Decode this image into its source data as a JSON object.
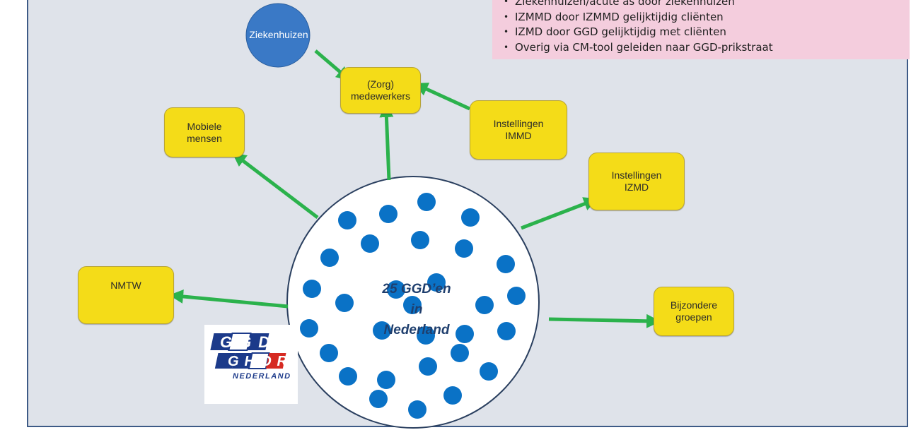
{
  "colors": {
    "background": "#dfe3ea",
    "frame": "#3d5a86",
    "box_fill": "#f4dc18",
    "arrow": "#2bb24c",
    "hospital_circle": "#3a79c6",
    "dots": "#0a72c6",
    "pink_box": "#f4cddd"
  },
  "legend_box": {
    "items": [
      "Ziekenhuizen/acute as door ziekenhuizen",
      "IZMMD door IZMMD gelijktijdig cliënten",
      "IZMD door GGD gelijktijdig met cliënten",
      "Overig via CM-tool geleiden naar GGD-prikstraat"
    ]
  },
  "center": {
    "label": "25 GGD’en\nin\nNederland",
    "dot_count": 30
  },
  "hospital": {
    "label": "Ziekenhuizen"
  },
  "boxes": {
    "zorg": "(Zorg)\nmedewerkers",
    "mobiele": "Mobiele\nmensen",
    "immd": "Instellingen\nIMMD",
    "izmd": "Instellingen\nIZMD",
    "nmtw": "NMTW",
    "bijzondere": "Bijzondere\ngroepen"
  },
  "logo": {
    "row1": "GGD",
    "row2": "GHOR",
    "row3": "NEDERLAND"
  }
}
